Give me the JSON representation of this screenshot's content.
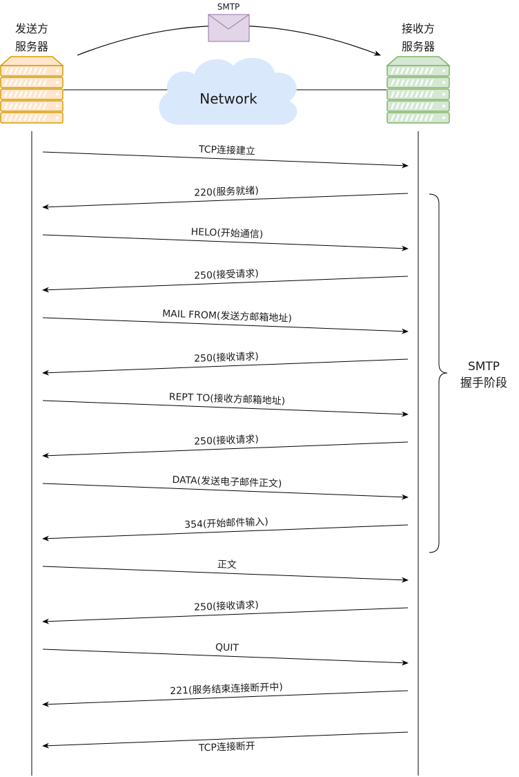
{
  "sender": {
    "line1": "发送方",
    "line2": "服务器"
  },
  "receiver": {
    "line1": "接收方",
    "line2": "服务器"
  },
  "envelope_label": "SMTP",
  "network_label": "Network",
  "phase": {
    "line1": "SMTP",
    "line2": "握手阶段"
  },
  "messages": [
    {
      "dir": "right",
      "text": "TCP连接建立"
    },
    {
      "dir": "left",
      "text": "220(服务就绪)"
    },
    {
      "dir": "right",
      "text": "HELO(开始通信)"
    },
    {
      "dir": "left",
      "text": "250(接受请求)"
    },
    {
      "dir": "right",
      "text": "MAIL FROM(发送方邮箱地址)"
    },
    {
      "dir": "left",
      "text": "250(接收请求)"
    },
    {
      "dir": "right",
      "text": "REPT TO(接收方邮箱地址)"
    },
    {
      "dir": "left",
      "text": "250(接收请求)"
    },
    {
      "dir": "right",
      "text": "DATA(发送电子邮件正文)"
    },
    {
      "dir": "left",
      "text": "354(开始邮件输入)"
    },
    {
      "dir": "right",
      "text": "正文"
    },
    {
      "dir": "left",
      "text": "250(接收请求)"
    },
    {
      "dir": "right",
      "text": "QUIT"
    },
    {
      "dir": "left",
      "text": "221(服务结束连接断开中)"
    },
    {
      "dir": "left",
      "text": "TCP连接断开",
      "label_below": true
    }
  ],
  "colors": {
    "sender_fill": "#ffe6cc",
    "sender_stroke": "#d79b00",
    "receiver_fill": "#d5e8d4",
    "receiver_stroke": "#82b366",
    "cloud_fill": "#dae8fc",
    "envelope_fill": "#e1d5e7",
    "envelope_stroke": "#9673a6"
  }
}
